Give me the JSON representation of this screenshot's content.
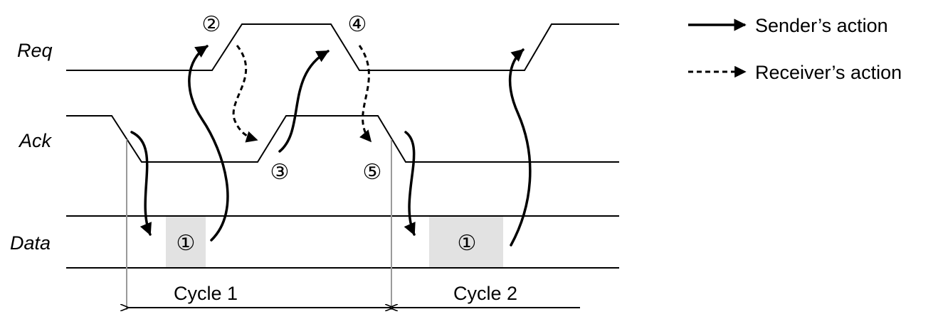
{
  "signals": {
    "req": "Req",
    "ack": "Ack",
    "data": "Data"
  },
  "steps": {
    "s1": "①",
    "s2": "②",
    "s3": "③",
    "s4": "④",
    "s5": "⑤"
  },
  "cycles": {
    "c1": "Cycle 1",
    "c2": "Cycle 2"
  },
  "legend": {
    "sender": "Sender’s action",
    "receiver": "Receiver’s action"
  },
  "colors": {
    "data_highlight": "#e2e2e2",
    "cycle_marker": "#9a9a9a"
  }
}
